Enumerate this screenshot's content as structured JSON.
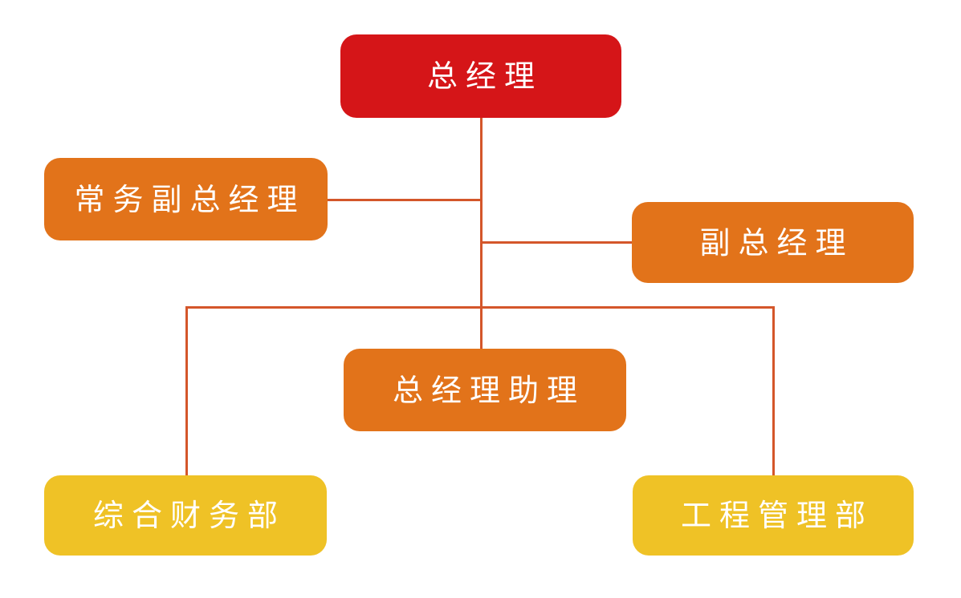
{
  "diagram": {
    "type": "org-chart",
    "background_color": "#ffffff",
    "connector_color": "#d4562a",
    "text_color": "#ffffff",
    "level_colors": {
      "level1": "#d51518",
      "level2": "#e2731a",
      "level3": "#efc226"
    },
    "nodes": [
      {
        "id": "general-manager",
        "label": "总经理",
        "level": 1
      },
      {
        "id": "executive-deputy-general-manager",
        "label": "常务副总经理",
        "level": 2
      },
      {
        "id": "deputy-general-manager",
        "label": "副总经理",
        "level": 2
      },
      {
        "id": "general-manager-assistant",
        "label": "总经理助理",
        "level": 2
      },
      {
        "id": "finance-department",
        "label": "综合财务部",
        "level": 3
      },
      {
        "id": "engineering-department",
        "label": "工程管理部",
        "level": 3
      }
    ],
    "edges": [
      {
        "from": "general-manager",
        "to": "executive-deputy-general-manager"
      },
      {
        "from": "general-manager",
        "to": "deputy-general-manager"
      },
      {
        "from": "general-manager",
        "to": "general-manager-assistant"
      },
      {
        "from": "general-manager",
        "to": "finance-department"
      },
      {
        "from": "general-manager",
        "to": "engineering-department"
      }
    ]
  }
}
